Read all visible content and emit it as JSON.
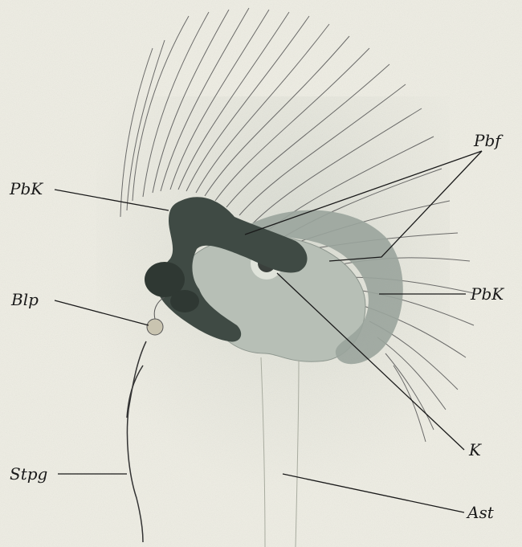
{
  "labels": {
    "pbf": "Pbf",
    "pbk_left": "PbK",
    "pbk_right": "PbK",
    "blp": "Blp",
    "k": "K",
    "stpg": "Stpg",
    "ast": "Ast"
  },
  "colors": {
    "background": "#ffffff",
    "plate": "#efeee4",
    "ink": "#1a1a1a",
    "dark_body": "#3f4a44",
    "mid_body": "#9aa49c",
    "nucleus_region": "#b7bfb6",
    "nucleus": "#3a403c",
    "hairs": "#555555"
  }
}
